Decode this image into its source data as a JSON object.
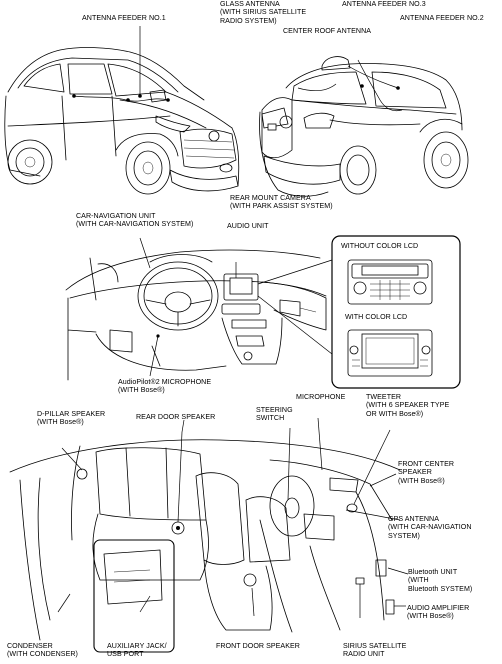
{
  "labels": {
    "antenna_feeder_1": "ANTENNA FEEDER NO.1",
    "glass_antenna": "GLASS ANTENNA\n(WITH SIRIUS SATELLITE\nRADIO SYSTEM)",
    "antenna_feeder_3": "ANTENNA FEEDER NO.3",
    "center_roof_antenna": "CENTER ROOF ANTENNA",
    "antenna_feeder_2": "ANTENNA FEEDER NO.2",
    "rear_mount_camera": "REAR MOUNT CAMERA\n(WITH PARK ASSIST SYSTEM)",
    "car_navigation_unit": "CAR-NAVIGATION UNIT\n(WITH CAR-NAVIGATION SYSTEM)",
    "audio_unit": "AUDIO UNIT",
    "without_color_lcd": "WITHOUT COLOR LCD",
    "with_color_lcd": "WITH COLOR LCD",
    "audiopilot_microphone": "AudioPilot®2 MICROPHONE\n(WITH Bose®)",
    "d_pillar_speaker": "D-PILLAR SPEAKER\n(WITH Bose®)",
    "rear_door_speaker": "REAR DOOR SPEAKER",
    "steering_switch": "STEERING\nSWITCH",
    "microphone": "MICROPHONE",
    "tweeter": "TWEETER\n(WITH 6 SPEAKER TYPE\nOR WITH Bose®)",
    "front_center_speaker": "FRONT CENTER\nSPEAKER\n(WITH Bose®)",
    "gps_antenna": "GPS ANTENNA\n(WITH CAR-NAVIGATION\nSYSTEM)",
    "bluetooth_unit": "Bluetooth UNIT\n(WITH\nBluetooth SYSTEM)",
    "audio_amplifier": "AUDIO AMPLIFIER\n(WITH Bose®)",
    "condenser": "CONDENSER\n(WITH CONDENSER)",
    "auxiliary_jack": "AUXILIARY JACK/\nUSB PORT",
    "front_door_speaker": "FRONT DOOR SPEAKER",
    "sirius_satellite_radio_unit": "SIRIUS SATELLITE\nRADIO UNIT"
  }
}
